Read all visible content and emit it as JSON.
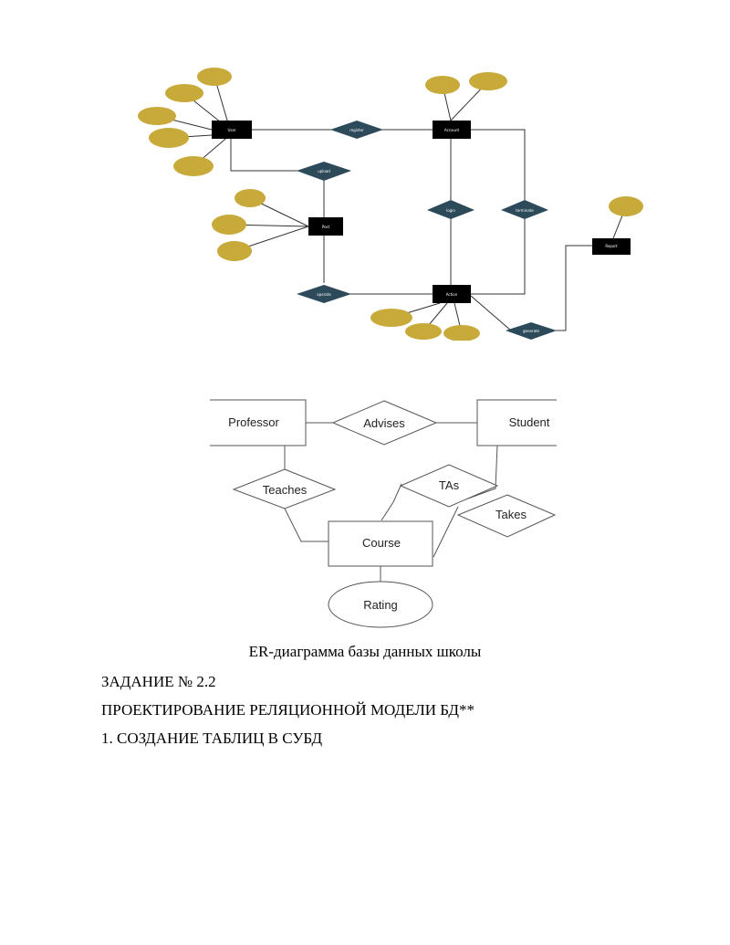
{
  "diagram_top": {
    "entities": [
      "User",
      "Account",
      "Post",
      "Action",
      "Report"
    ],
    "relationships": [
      "register",
      "upload",
      "login",
      "terminate",
      "operate",
      "generate"
    ],
    "colors": {
      "attribute": "#c8aa3a",
      "relationship": "#2c4a5a",
      "entity": "#000000",
      "line": "#333333"
    }
  },
  "diagram_bottom": {
    "entities": {
      "professor": "Professor",
      "student": "Student",
      "course": "Course"
    },
    "relationships": {
      "advises": "Advises",
      "teaches": "Teaches",
      "tas": "TAs",
      "takes": "Takes"
    },
    "attributes": {
      "rating": "Rating"
    }
  },
  "caption": "ER-диаграмма базы данных школы",
  "paragraphs": [
    "ЗАДАНИЕ № 2.2",
    "ПРОЕКТИРОВАНИЕ РЕЛЯЦИОННОЙ МОДЕЛИ БД**",
    "1. СОЗДАНИЕ ТАБЛИЦ В СУБД"
  ]
}
